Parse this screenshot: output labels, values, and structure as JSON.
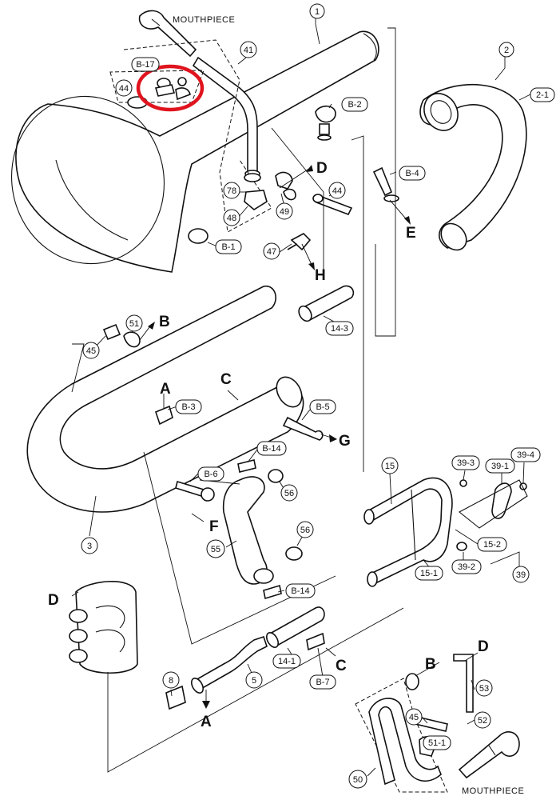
{
  "labels": {
    "mouthpiece_top": "MOUTHPIECE",
    "mouthpiece_bottom": "MOUTHPIECE",
    "n1": "1",
    "n2": "2",
    "n2_1": "2-1",
    "n3": "3",
    "n5": "5",
    "n8": "8",
    "n14_1": "14-1",
    "n14_3": "14-3",
    "n15": "15",
    "n15_1": "15-1",
    "n15_2": "15-2",
    "n39": "39",
    "n39_1": "39-1",
    "n39_2": "39-2",
    "n39_3": "39-3",
    "n39_4": "39-4",
    "n41": "41",
    "n44_a": "44",
    "n44_b": "44",
    "n45_a": "45",
    "n45_b": "45",
    "n47": "47",
    "n48": "48",
    "n49": "49",
    "n50": "50",
    "n51": "51",
    "n51_1": "51-1",
    "n52": "52",
    "n53": "53",
    "n55": "55",
    "n56_a": "56",
    "n56_b": "56",
    "n78": "78",
    "b1": "B-1",
    "b2": "B-2",
    "b3": "B-3",
    "b4": "B-4",
    "b5": "B-5",
    "b6": "B-6",
    "b7": "B-7",
    "b14_a": "B-14",
    "b14_b": "B-14",
    "b17": "B-17"
  },
  "connectors": {
    "A_top": "A",
    "A_bottom": "A",
    "B_left": "B",
    "B_bottom": "B",
    "C_top": "C",
    "C_bottom": "C",
    "D_top": "D",
    "D_left": "D",
    "D_bottom": "D",
    "E": "E",
    "F": "F",
    "G": "G",
    "H": "H"
  },
  "colors": {
    "line": "#111111",
    "highlight": "#e0141e",
    "background": "#ffffff"
  }
}
